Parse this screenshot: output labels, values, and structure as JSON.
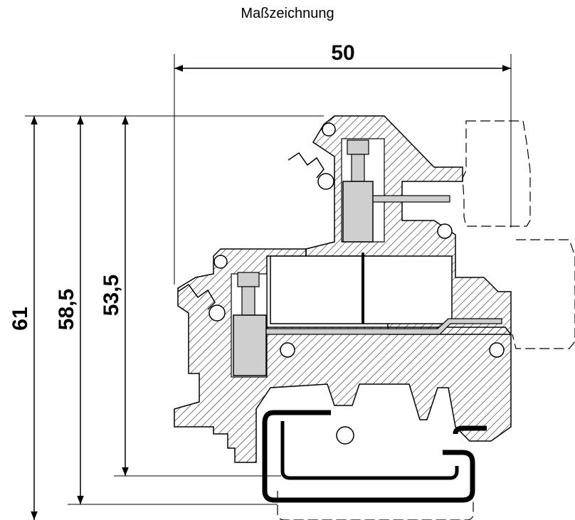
{
  "title": "Maßzeichnung",
  "dimensions": {
    "width": "50",
    "height_total": "61",
    "height_mid": "58,5",
    "height_inner": "53,5"
  },
  "colors": {
    "line": "#000000",
    "terminal_fill": "#cfcfcf",
    "background": "#ffffff"
  }
}
